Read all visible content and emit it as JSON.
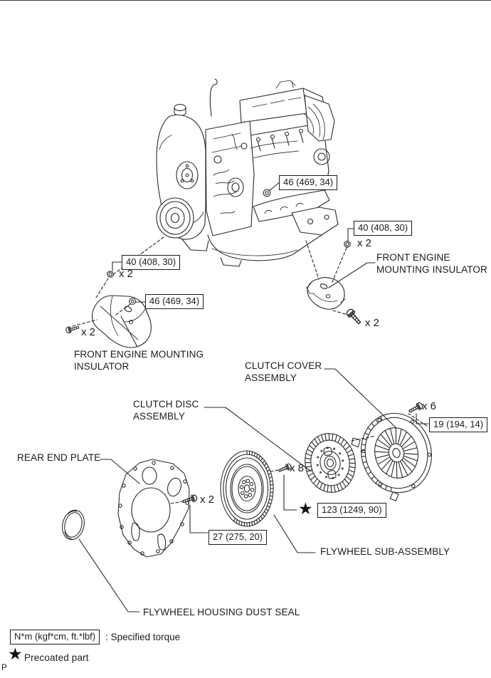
{
  "colors": {
    "line": "#2a2a2a",
    "background": "#ffffff"
  },
  "labels": {
    "insulator_right_1": "FRONT ENGINE",
    "insulator_right_2": "MOUNTING INSULATOR",
    "insulator_left_1": "FRONT ENGINE MOUNTING",
    "insulator_left_2": "INSULATOR",
    "clutch_cover_1": "CLUTCH COVER",
    "clutch_cover_2": "ASSEMBLY",
    "clutch_disc_1": "CLUTCH DISC",
    "clutch_disc_2": "ASSEMBLY",
    "rear_end_plate": "REAR END PLATE",
    "flywheel": "FLYWHEEL SUB-ASSEMBLY",
    "dust_seal": "FLYWHEEL HOUSING DUST SEAL"
  },
  "torques": {
    "engine_mount_bolt": "46 (469, 34)",
    "insulator_nut_right": "40 (408, 30)",
    "insulator_nut_left": "40 (408, 30)",
    "insulator_stud_left": "46 (469, 34)",
    "clutch_cover_bolt": "19 (194, 14)",
    "flywheel_bolt": "123 (1249, 90)",
    "rear_plate_bolt": "27 (275, 20)"
  },
  "quantities": {
    "two": "x 2",
    "six": "x 6",
    "eight": "x 8"
  },
  "legend": {
    "torque_box": "N*m (kgf*cm, ft.*lbf)",
    "torque_desc": ": Specified torque",
    "star": "★",
    "precoated": "Precoated part"
  },
  "page_marker": "P"
}
